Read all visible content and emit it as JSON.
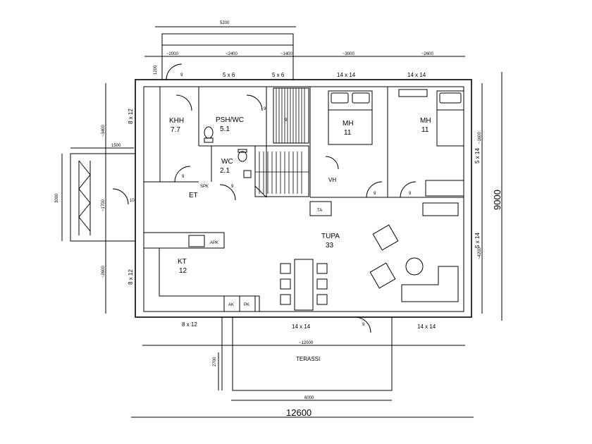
{
  "rooms": {
    "khh": {
      "name": "KHH",
      "area": "7.7"
    },
    "psh": {
      "name": "PSH/WC",
      "area": "5.1"
    },
    "wc": {
      "name": "WC",
      "area": "2.1"
    },
    "mh1": {
      "name": "MH",
      "area": "11"
    },
    "mh2": {
      "name": "MH",
      "area": "11"
    },
    "et": {
      "name": "ET"
    },
    "tupa": {
      "name": "TUPA",
      "area": "33"
    },
    "kt": {
      "name": "KT",
      "area": "12"
    },
    "terassi": {
      "name": "TERASSI"
    }
  },
  "fixtures": {
    "vh": "VH",
    "spk": "SPK",
    "ta": "TA",
    "apk": "APK",
    "ak": "AK",
    "pk": "PK"
  },
  "dimensions": {
    "top_canopy": "5200",
    "top_1": "~2000",
    "top_2": "~2400",
    "top_3": "~1400",
    "top_4": "~3000",
    "top_5": "~2600",
    "canopy_depth": "1200",
    "left_1": "~3400",
    "left_2": "~1700",
    "left_3": "~2600",
    "entry_width": "1500",
    "entry_depth": "3000",
    "right_1": "~1600",
    "right_2": "~4200",
    "total_height": "9000",
    "terrace_width": "~12000",
    "terrace_depth": "2700",
    "terrace_inner": "6000",
    "total_width": "12600"
  },
  "windows": {
    "w_top_1": "5 x 6",
    "w_top_2": "5 x 6",
    "w_top_3": "14 x 14",
    "w_top_4": "14 x 14",
    "w_left_1": "8 x 12",
    "w_left_2": "8 x 12",
    "w_right_1": "5 x 14",
    "w_right_2": "5 x 14",
    "w_bot_1": "8 x 12",
    "w_bot_2": "14 x 14",
    "w_bot_3": "14 x 14"
  },
  "doors": {
    "d_entry_top": "9",
    "d_psh": "9",
    "d_khh": "9",
    "d_wc": "9",
    "d_mh1": "9",
    "d_mh2": "9",
    "d_side": "10",
    "d_terrace": "9",
    "d_sauna": "9"
  }
}
